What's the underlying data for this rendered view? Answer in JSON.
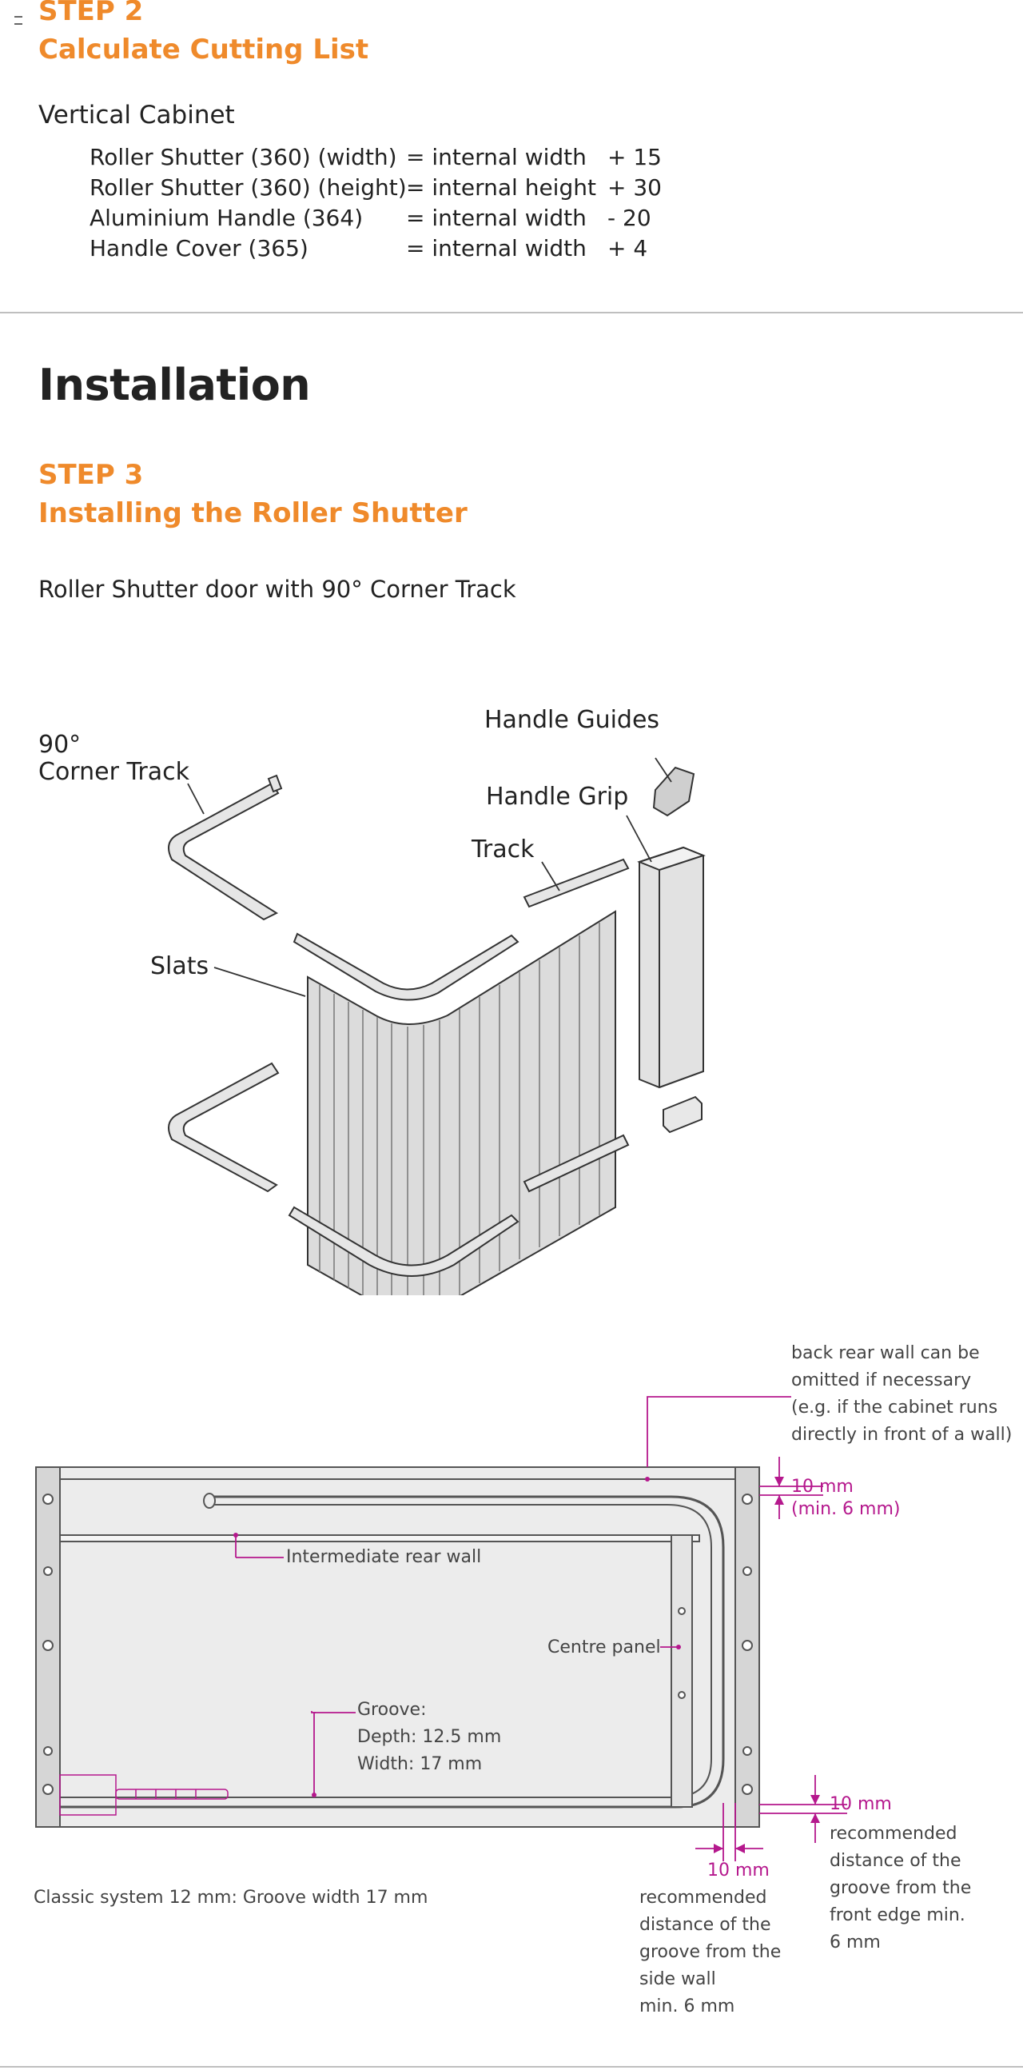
{
  "step2": {
    "step_label": "STEP 2",
    "title": "Calculate Cutting List",
    "section": "Vertical Cabinet",
    "rows": [
      {
        "part": "Roller Shutter (360) (width)",
        "formula": "= internal width",
        "delta": "+ 15"
      },
      {
        "part": "Roller Shutter (360) (height)",
        "formula": "= internal height",
        "delta": "+ 30"
      },
      {
        "part": "Aluminium Handle (364)",
        "formula": "= internal width",
        "delta": "- 20"
      },
      {
        "part": "Handle Cover (365)",
        "formula": "= internal width",
        "delta": "+ 4"
      }
    ]
  },
  "installation": {
    "heading": "Installation",
    "step_label": "STEP 3",
    "title": "Installing the Roller Shutter",
    "subtitle": "Roller Shutter door with 90° Corner Track"
  },
  "exploded": {
    "corner_track_line1": "90°",
    "corner_track_line2": "Corner Track",
    "slats": "Slats",
    "handle_guides": "Handle Guides",
    "handle_grip": "Handle Grip",
    "track": "Track"
  },
  "plan": {
    "back_wall_note": [
      "back rear wall can be",
      "omitted if necessary",
      "(e.g. if the cabinet runs",
      "directly in front of a wall)"
    ],
    "top_dim_1": "10 mm",
    "top_dim_2": "(min. 6 mm)",
    "intermediate_wall": "Intermediate rear wall",
    "centre_panel": "Centre panel",
    "groove_1": "Groove:",
    "groove_2": "Depth: 12.5 mm",
    "groove_3": "Width:  17 mm",
    "side_dim": "10 mm",
    "side_note": [
      "recommended",
      "distance of the",
      "groove from the",
      "side wall",
      "min. 6 mm"
    ],
    "front_dim": "10 mm",
    "front_note": [
      "recommended",
      "distance of the",
      "groove from the",
      "front edge min.",
      "6 mm"
    ],
    "caption": "Classic system 12 mm: Groove width 17 mm"
  },
  "colors": {
    "accent": "#ef8a2b",
    "dimension": "#b5188d"
  }
}
